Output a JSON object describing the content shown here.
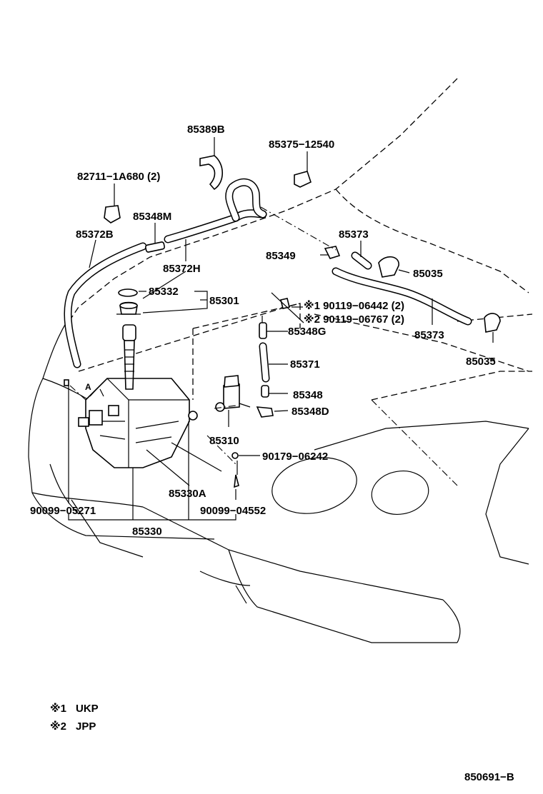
{
  "labels": {
    "p85389B": "85389B",
    "p85375": "85375−12540",
    "p82711": "82711−1A680 (2)",
    "p85348M": "85348M",
    "p85372B": "85372B",
    "p85373a": "85373",
    "p85349": "85349",
    "p85035a": "85035",
    "p85372H": "85372H",
    "p85332": "85332",
    "p85301": "85301",
    "p90119a": "※1 90119−06442 (2)",
    "p90119b": "※2 90119−06767 (2)",
    "p85348G": "85348G",
    "p85373b": "85373",
    "p85035b": "85035",
    "p85371": "85371",
    "p85348": "85348",
    "p85348D": "85348D",
    "p85310": "85310",
    "p90179": "90179−06242",
    "p85330A": "85330A",
    "p90099a": "90099−05271",
    "p90099b": "90099−04552",
    "p85330": "85330",
    "markA": "A"
  },
  "legend": [
    {
      "mark": "※1",
      "text": "UKP"
    },
    {
      "mark": "※2",
      "text": "JPP"
    }
  ],
  "figure_id": "850691−B"
}
